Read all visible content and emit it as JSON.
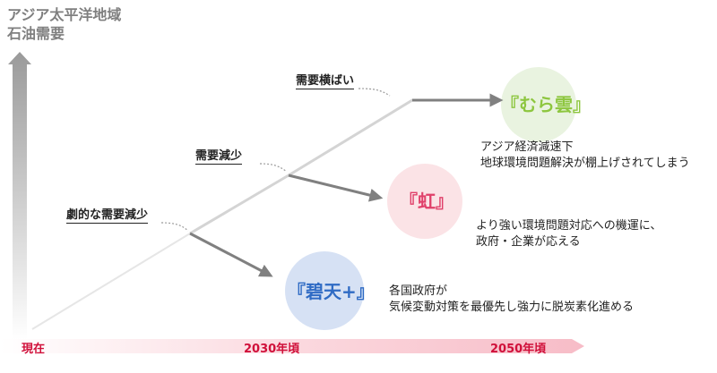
{
  "y_axis_title": [
    "アジア太平洋地域",
    "石油需要"
  ],
  "x_axis": {
    "labels": [
      "現在",
      "2030年頃",
      "2050年頃"
    ],
    "color": "#d0103a"
  },
  "branches": [
    {
      "label": "劇的な需要減少"
    },
    {
      "label": "需要減少"
    },
    {
      "label": "需要横ばい"
    }
  ],
  "scenarios": [
    {
      "name": "『むら雲』",
      "color": "#8dc63f",
      "circle_color": "#e9f3e0",
      "description": [
        "アジア経済減速下",
        "地球環境問題解決が棚上げされてしまう"
      ]
    },
    {
      "name": "『虹』",
      "color": "#e0406a",
      "circle_color": "#fbe3e6",
      "description": [
        "より強い環境問題対応への機運に、",
        "政府・企業が応える"
      ]
    },
    {
      "name": "『碧天+』",
      "color": "#2f6bc4",
      "circle_color": "#d6e1f4",
      "description": [
        "各国政府が",
        "気候変動対策を最優先し強力に脱炭素化進める"
      ]
    }
  ],
  "colors": {
    "y_arrow": "#b0b0b0",
    "path_lines": "#808080"
  }
}
